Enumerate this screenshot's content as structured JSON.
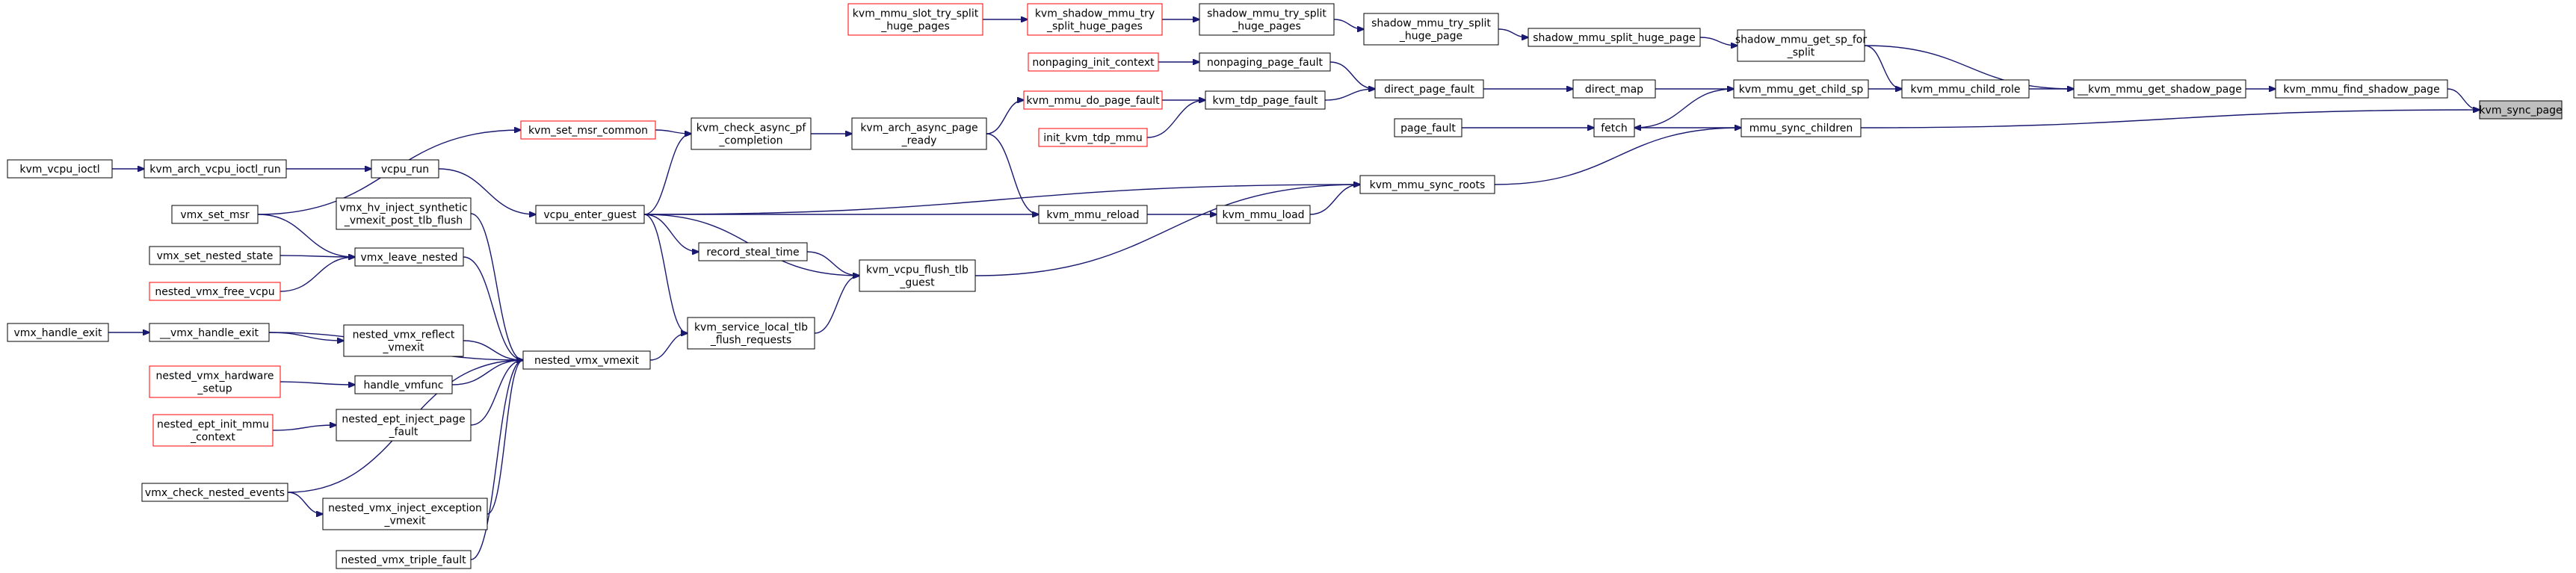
{
  "nodes": [
    {
      "id": "kvm_sync_page",
      "lines": [
        "kvm_sync_page"
      ],
      "style": "root"
    },
    {
      "id": "kvm_mmu_find_shadow_page",
      "lines": [
        "kvm_mmu_find_shadow_page"
      ],
      "style": "normal"
    },
    {
      "id": "__kvm_mmu_get_shadow_page",
      "lines": [
        "__kvm_mmu_get_shadow_page"
      ],
      "style": "normal"
    },
    {
      "id": "mmu_sync_children",
      "lines": [
        "mmu_sync_children"
      ],
      "style": "normal"
    },
    {
      "id": "kvm_mmu_child_role",
      "lines": [
        "kvm_mmu_child_role"
      ],
      "style": "normal"
    },
    {
      "id": "shadow_mmu_get_sp_for_split",
      "lines": [
        "shadow_mmu_get_sp_for",
        "_split"
      ],
      "style": "normal"
    },
    {
      "id": "kvm_mmu_get_child_sp",
      "lines": [
        "kvm_mmu_get_child_sp"
      ],
      "style": "normal"
    },
    {
      "id": "kvm_mmu_sync_roots",
      "lines": [
        "kvm_mmu_sync_roots"
      ],
      "style": "normal"
    },
    {
      "id": "shadow_mmu_split_huge_page",
      "lines": [
        "shadow_mmu_split_huge_page"
      ],
      "style": "normal"
    },
    {
      "id": "direct_map",
      "lines": [
        "direct_map"
      ],
      "style": "normal"
    },
    {
      "id": "fetch",
      "lines": [
        "fetch"
      ],
      "style": "normal"
    },
    {
      "id": "shadow_mmu_try_split_huge_page",
      "lines": [
        "shadow_mmu_try_split",
        "_huge_page"
      ],
      "style": "normal"
    },
    {
      "id": "direct_page_fault",
      "lines": [
        "direct_page_fault"
      ],
      "style": "normal"
    },
    {
      "id": "page_fault",
      "lines": [
        "page_fault"
      ],
      "style": "normal"
    },
    {
      "id": "shadow_mmu_try_split_huge_pages",
      "lines": [
        "shadow_mmu_try_split",
        "_huge_pages"
      ],
      "style": "normal"
    },
    {
      "id": "kvm_shadow_mmu_try_split_huge_pages",
      "lines": [
        "kvm_shadow_mmu_try",
        "_split_huge_pages"
      ],
      "style": "red"
    },
    {
      "id": "kvm_mmu_slot_try_split_huge_pages",
      "lines": [
        "kvm_mmu_slot_try_split",
        "_huge_pages"
      ],
      "style": "red"
    },
    {
      "id": "nonpaging_page_fault",
      "lines": [
        "nonpaging_page_fault"
      ],
      "style": "normal"
    },
    {
      "id": "nonpaging_init_context",
      "lines": [
        "nonpaging_init_context"
      ],
      "style": "red"
    },
    {
      "id": "kvm_tdp_page_fault",
      "lines": [
        "kvm_tdp_page_fault"
      ],
      "style": "normal"
    },
    {
      "id": "kvm_mmu_do_page_fault",
      "lines": [
        "kvm_mmu_do_page_fault"
      ],
      "style": "red"
    },
    {
      "id": "init_kvm_tdp_mmu",
      "lines": [
        "init_kvm_tdp_mmu"
      ],
      "style": "red"
    },
    {
      "id": "kvm_arch_async_page_ready",
      "lines": [
        "kvm_arch_async_page",
        "_ready"
      ],
      "style": "normal"
    },
    {
      "id": "kvm_check_async_pf_completion",
      "lines": [
        "kvm_check_async_pf",
        "_completion"
      ],
      "style": "normal"
    },
    {
      "id": "kvm_set_msr_common",
      "lines": [
        "kvm_set_msr_common"
      ],
      "style": "red"
    },
    {
      "id": "kvm_mmu_reload",
      "lines": [
        "kvm_mmu_reload"
      ],
      "style": "normal"
    },
    {
      "id": "kvm_mmu_load",
      "lines": [
        "kvm_mmu_load"
      ],
      "style": "normal"
    },
    {
      "id": "kvm_vcpu_flush_tlb_guest",
      "lines": [
        "kvm_vcpu_flush_tlb",
        "_guest"
      ],
      "style": "normal"
    },
    {
      "id": "record_steal_time",
      "lines": [
        "record_steal_time"
      ],
      "style": "normal"
    },
    {
      "id": "kvm_service_local_tlb_flush_requests",
      "lines": [
        "kvm_service_local_tlb",
        "_flush_requests"
      ],
      "style": "normal"
    },
    {
      "id": "vcpu_enter_guest",
      "lines": [
        "vcpu_enter_guest"
      ],
      "style": "normal"
    },
    {
      "id": "vcpu_run",
      "lines": [
        "vcpu_run"
      ],
      "style": "normal"
    },
    {
      "id": "kvm_arch_vcpu_ioctl_run",
      "lines": [
        "kvm_arch_vcpu_ioctl_run"
      ],
      "style": "normal"
    },
    {
      "id": "kvm_vcpu_ioctl",
      "lines": [
        "kvm_vcpu_ioctl"
      ],
      "style": "normal"
    },
    {
      "id": "vmx_set_msr",
      "lines": [
        "vmx_set_msr"
      ],
      "style": "normal"
    },
    {
      "id": "nested_vmx_vmexit",
      "lines": [
        "nested_vmx_vmexit"
      ],
      "style": "normal"
    },
    {
      "id": "vmx_hv_inject_synthetic_vmexit_post_tlb_flush",
      "lines": [
        "vmx_hv_inject_synthetic",
        "_vmexit_post_tlb_flush"
      ],
      "style": "normal"
    },
    {
      "id": "vmx_leave_nested",
      "lines": [
        "vmx_leave_nested"
      ],
      "style": "normal"
    },
    {
      "id": "vmx_set_nested_state",
      "lines": [
        "vmx_set_nested_state"
      ],
      "style": "normal"
    },
    {
      "id": "nested_vmx_free_vcpu",
      "lines": [
        "nested_vmx_free_vcpu"
      ],
      "style": "red"
    },
    {
      "id": "__vmx_handle_exit",
      "lines": [
        "__vmx_handle_exit"
      ],
      "style": "normal"
    },
    {
      "id": "vmx_handle_exit",
      "lines": [
        "vmx_handle_exit"
      ],
      "style": "normal"
    },
    {
      "id": "nested_vmx_reflect_vmexit",
      "lines": [
        "nested_vmx_reflect",
        "_vmexit"
      ],
      "style": "normal"
    },
    {
      "id": "handle_vmfunc",
      "lines": [
        "handle_vmfunc"
      ],
      "style": "normal"
    },
    {
      "id": "nested_vmx_hardware_setup",
      "lines": [
        "nested_vmx_hardware",
        "_setup"
      ],
      "style": "red"
    },
    {
      "id": "nested_ept_inject_page_fault",
      "lines": [
        "nested_ept_inject_page",
        "_fault"
      ],
      "style": "normal"
    },
    {
      "id": "nested_ept_init_mmu_context",
      "lines": [
        "nested_ept_init_mmu",
        "_context"
      ],
      "style": "red"
    },
    {
      "id": "vmx_check_nested_events",
      "lines": [
        "vmx_check_nested_events"
      ],
      "style": "normal"
    },
    {
      "id": "nested_vmx_inject_exception_vmexit",
      "lines": [
        "nested_vmx_inject_exception",
        "_vmexit"
      ],
      "style": "normal"
    },
    {
      "id": "nested_vmx_triple_fault",
      "lines": [
        "nested_vmx_triple_fault"
      ],
      "style": "normal"
    }
  ],
  "edges": [
    {
      "from": "kvm_mmu_find_shadow_page",
      "to": "kvm_sync_page"
    },
    {
      "from": "__kvm_mmu_get_shadow_page",
      "to": "kvm_mmu_find_shadow_page"
    },
    {
      "from": "mmu_sync_children",
      "to": "kvm_sync_page"
    },
    {
      "from": "kvm_mmu_child_role",
      "to": "__kvm_mmu_get_shadow_page"
    },
    {
      "from": "shadow_mmu_get_sp_for_split",
      "to": "__kvm_mmu_get_shadow_page"
    },
    {
      "from": "kvm_mmu_get_child_sp",
      "to": "kvm_mmu_child_role"
    },
    {
      "from": "shadow_mmu_get_sp_for_split",
      "to": "kvm_mmu_child_role"
    },
    {
      "from": "shadow_mmu_split_huge_page",
      "to": "shadow_mmu_get_sp_for_split"
    },
    {
      "from": "shadow_mmu_try_split_huge_page",
      "to": "shadow_mmu_split_huge_page"
    },
    {
      "from": "shadow_mmu_try_split_huge_pages",
      "to": "shadow_mmu_try_split_huge_page"
    },
    {
      "from": "kvm_shadow_mmu_try_split_huge_pages",
      "to": "shadow_mmu_try_split_huge_pages"
    },
    {
      "from": "kvm_mmu_slot_try_split_huge_pages",
      "to": "kvm_shadow_mmu_try_split_huge_pages"
    },
    {
      "from": "direct_map",
      "to": "kvm_mmu_get_child_sp"
    },
    {
      "from": "fetch",
      "to": "kvm_mmu_get_child_sp"
    },
    {
      "from": "direct_page_fault",
      "to": "direct_map"
    },
    {
      "from": "nonpaging_page_fault",
      "to": "direct_page_fault"
    },
    {
      "from": "kvm_tdp_page_fault",
      "to": "direct_page_fault"
    },
    {
      "from": "nonpaging_init_context",
      "to": "nonpaging_page_fault"
    },
    {
      "from": "kvm_mmu_do_page_fault",
      "to": "kvm_tdp_page_fault"
    },
    {
      "from": "init_kvm_tdp_mmu",
      "to": "kvm_tdp_page_fault"
    },
    {
      "from": "kvm_arch_async_page_ready",
      "to": "kvm_mmu_do_page_fault"
    },
    {
      "from": "page_fault",
      "to": "fetch"
    },
    {
      "from": "mmu_sync_children",
      "to": "fetch"
    },
    {
      "from": "kvm_mmu_sync_roots",
      "to": "mmu_sync_children"
    },
    {
      "from": "kvm_mmu_load",
      "to": "kvm_mmu_sync_roots"
    },
    {
      "from": "kvm_vcpu_flush_tlb_guest",
      "to": "kvm_mmu_sync_roots"
    },
    {
      "from": "vcpu_enter_guest",
      "to": "kvm_mmu_sync_roots"
    },
    {
      "from": "kvm_mmu_reload",
      "to": "kvm_mmu_load"
    },
    {
      "from": "kvm_arch_async_page_ready",
      "to": "kvm_mmu_reload"
    },
    {
      "from": "vcpu_enter_guest",
      "to": "kvm_mmu_reload"
    },
    {
      "from": "kvm_check_async_pf_completion",
      "to": "kvm_arch_async_page_ready"
    },
    {
      "from": "kvm_set_msr_common",
      "to": "kvm_check_async_pf_completion"
    },
    {
      "from": "vcpu_enter_guest",
      "to": "kvm_check_async_pf_completion"
    },
    {
      "from": "vmx_set_msr",
      "to": "kvm_set_msr_common"
    },
    {
      "from": "record_steal_time",
      "to": "kvm_vcpu_flush_tlb_guest"
    },
    {
      "from": "kvm_service_local_tlb_flush_requests",
      "to": "kvm_vcpu_flush_tlb_guest"
    },
    {
      "from": "vcpu_enter_guest",
      "to": "kvm_vcpu_flush_tlb_guest"
    },
    {
      "from": "vcpu_enter_guest",
      "to": "record_steal_time"
    },
    {
      "from": "nested_vmx_vmexit",
      "to": "kvm_service_local_tlb_flush_requests"
    },
    {
      "from": "vcpu_enter_guest",
      "to": "kvm_service_local_tlb_flush_requests"
    },
    {
      "from": "vcpu_run",
      "to": "vcpu_enter_guest"
    },
    {
      "from": "kvm_arch_vcpu_ioctl_run",
      "to": "vcpu_run"
    },
    {
      "from": "kvm_vcpu_ioctl",
      "to": "kvm_arch_vcpu_ioctl_run"
    },
    {
      "from": "vmx_set_msr",
      "to": "vmx_leave_nested"
    },
    {
      "from": "vmx_set_nested_state",
      "to": "vmx_leave_nested"
    },
    {
      "from": "nested_vmx_free_vcpu",
      "to": "vmx_leave_nested"
    },
    {
      "from": "vmx_leave_nested",
      "to": "nested_vmx_vmexit"
    },
    {
      "from": "vmx_hv_inject_synthetic_vmexit_post_tlb_flush",
      "to": "nested_vmx_vmexit"
    },
    {
      "from": "__vmx_handle_exit",
      "to": "nested_vmx_vmexit"
    },
    {
      "from": "nested_vmx_reflect_vmexit",
      "to": "nested_vmx_vmexit"
    },
    {
      "from": "handle_vmfunc",
      "to": "nested_vmx_vmexit"
    },
    {
      "from": "nested_ept_inject_page_fault",
      "to": "nested_vmx_vmexit"
    },
    {
      "from": "vmx_check_nested_events",
      "to": "nested_vmx_vmexit"
    },
    {
      "from": "nested_vmx_inject_exception_vmexit",
      "to": "nested_vmx_vmexit"
    },
    {
      "from": "nested_vmx_triple_fault",
      "to": "nested_vmx_vmexit"
    },
    {
      "from": "vmx_handle_exit",
      "to": "__vmx_handle_exit"
    },
    {
      "from": "__vmx_handle_exit",
      "to": "nested_vmx_reflect_vmexit"
    },
    {
      "from": "nested_vmx_hardware_setup",
      "to": "handle_vmfunc"
    },
    {
      "from": "nested_ept_init_mmu_context",
      "to": "nested_ept_inject_page_fault"
    },
    {
      "from": "vmx_check_nested_events",
      "to": "nested_vmx_inject_exception_vmexit"
    }
  ]
}
